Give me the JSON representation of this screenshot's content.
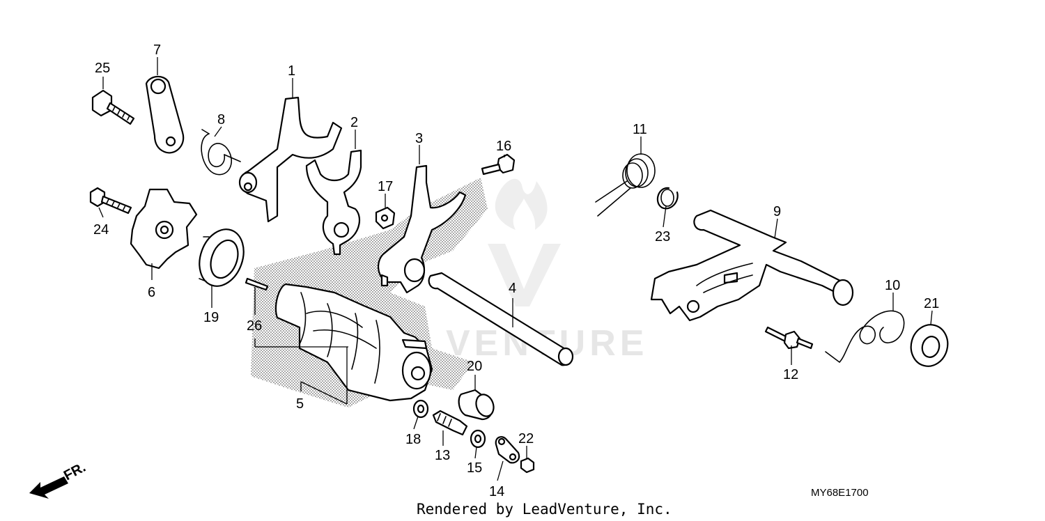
{
  "diagram": {
    "drawing_code": "MY68E1700",
    "credit": "Rendered by LeadVenture, Inc.",
    "watermark_text": "VENTURE",
    "direction_label": "FR.",
    "colors": {
      "ink": "#000000",
      "background": "#ffffff",
      "watermark": "#e6e6e6"
    },
    "callouts": [
      "1",
      "2",
      "3",
      "4",
      "5",
      "6",
      "7",
      "8",
      "9",
      "10",
      "11",
      "12",
      "13",
      "14",
      "15",
      "16",
      "17",
      "18",
      "19",
      "20",
      "21",
      "22",
      "23",
      "24",
      "25",
      "26"
    ]
  }
}
